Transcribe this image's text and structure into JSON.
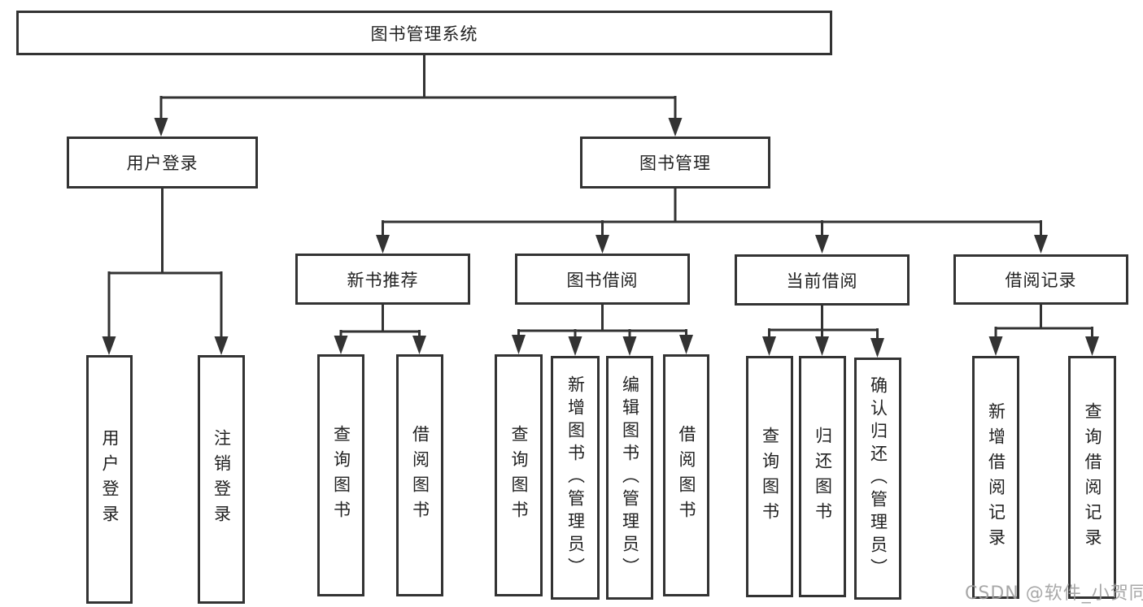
{
  "diagram": {
    "type": "tree-functional-structure",
    "colors": {
      "line": "#333333",
      "box_border": "#333333",
      "box_fill": "#ffffff",
      "text": "#222222",
      "background": "#ffffff",
      "watermark_text_color": "#9e9e9e"
    },
    "tree": {
      "label": "图书管理系统",
      "children": [
        {
          "label": "用户登录",
          "children": [
            {
              "label": "用户登录"
            },
            {
              "label": "注销登录"
            }
          ]
        },
        {
          "label": "图书管理",
          "children": [
            {
              "label": "新书推荐",
              "children": [
                {
                  "label": "查询图书"
                },
                {
                  "label": "借阅图书"
                }
              ]
            },
            {
              "label": "图书借阅",
              "children": [
                {
                  "label": "查询图书"
                },
                {
                  "label": "新增图书（管理员）"
                },
                {
                  "label": "编辑图书（管理员）"
                },
                {
                  "label": "借阅图书"
                }
              ]
            },
            {
              "label": "当前借阅",
              "children": [
                {
                  "label": "查询图书"
                },
                {
                  "label": "归还图书"
                },
                {
                  "label": "确认归还（管理员）"
                }
              ]
            },
            {
              "label": "借阅记录",
              "children": [
                {
                  "label": "新增借阅记录"
                },
                {
                  "label": "查询借阅记录"
                }
              ]
            }
          ]
        }
      ]
    },
    "watermark": {
      "text": "CSDN @软件_小贺同学"
    }
  }
}
